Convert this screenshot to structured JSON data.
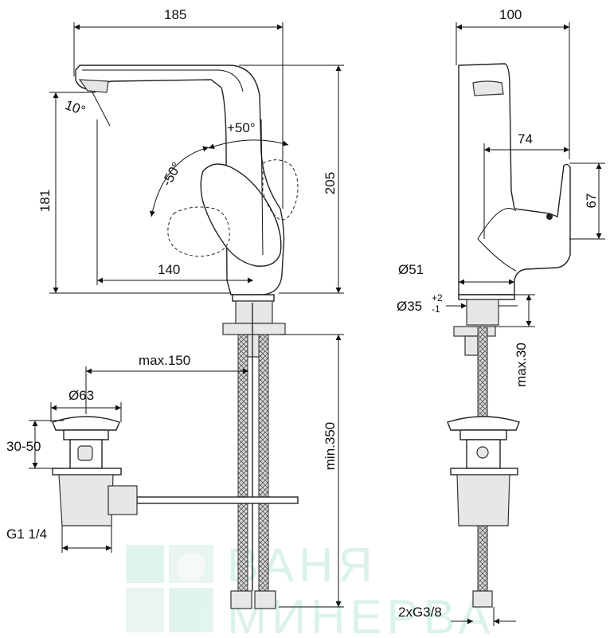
{
  "dimensions": {
    "width_185": "185",
    "width_100": "100",
    "angle_10": "10°",
    "angle_plus50": "+50°",
    "angle_minus50": "-50°",
    "height_181": "181",
    "height_205": "205",
    "reach_140": "140",
    "depth_74": "74",
    "height_67": "67",
    "dia_51": "Ø51",
    "dia_35": "Ø35",
    "tol_plus": "+2",
    "tol_minus": "-1",
    "max_30": "max.30",
    "max_150": "max.150",
    "dia_63": "Ø63",
    "range_30_50": "30-50",
    "min_350": "min.350",
    "thread_g114": "G1 1/4",
    "thread_g38": "2xG3/8"
  },
  "watermark": {
    "line1": "ВАНЯ",
    "line2": "МИНЕРВА"
  },
  "colors": {
    "ink": "#111111",
    "shade": "#e7e7e7",
    "watermark": "#bfe8dc"
  }
}
